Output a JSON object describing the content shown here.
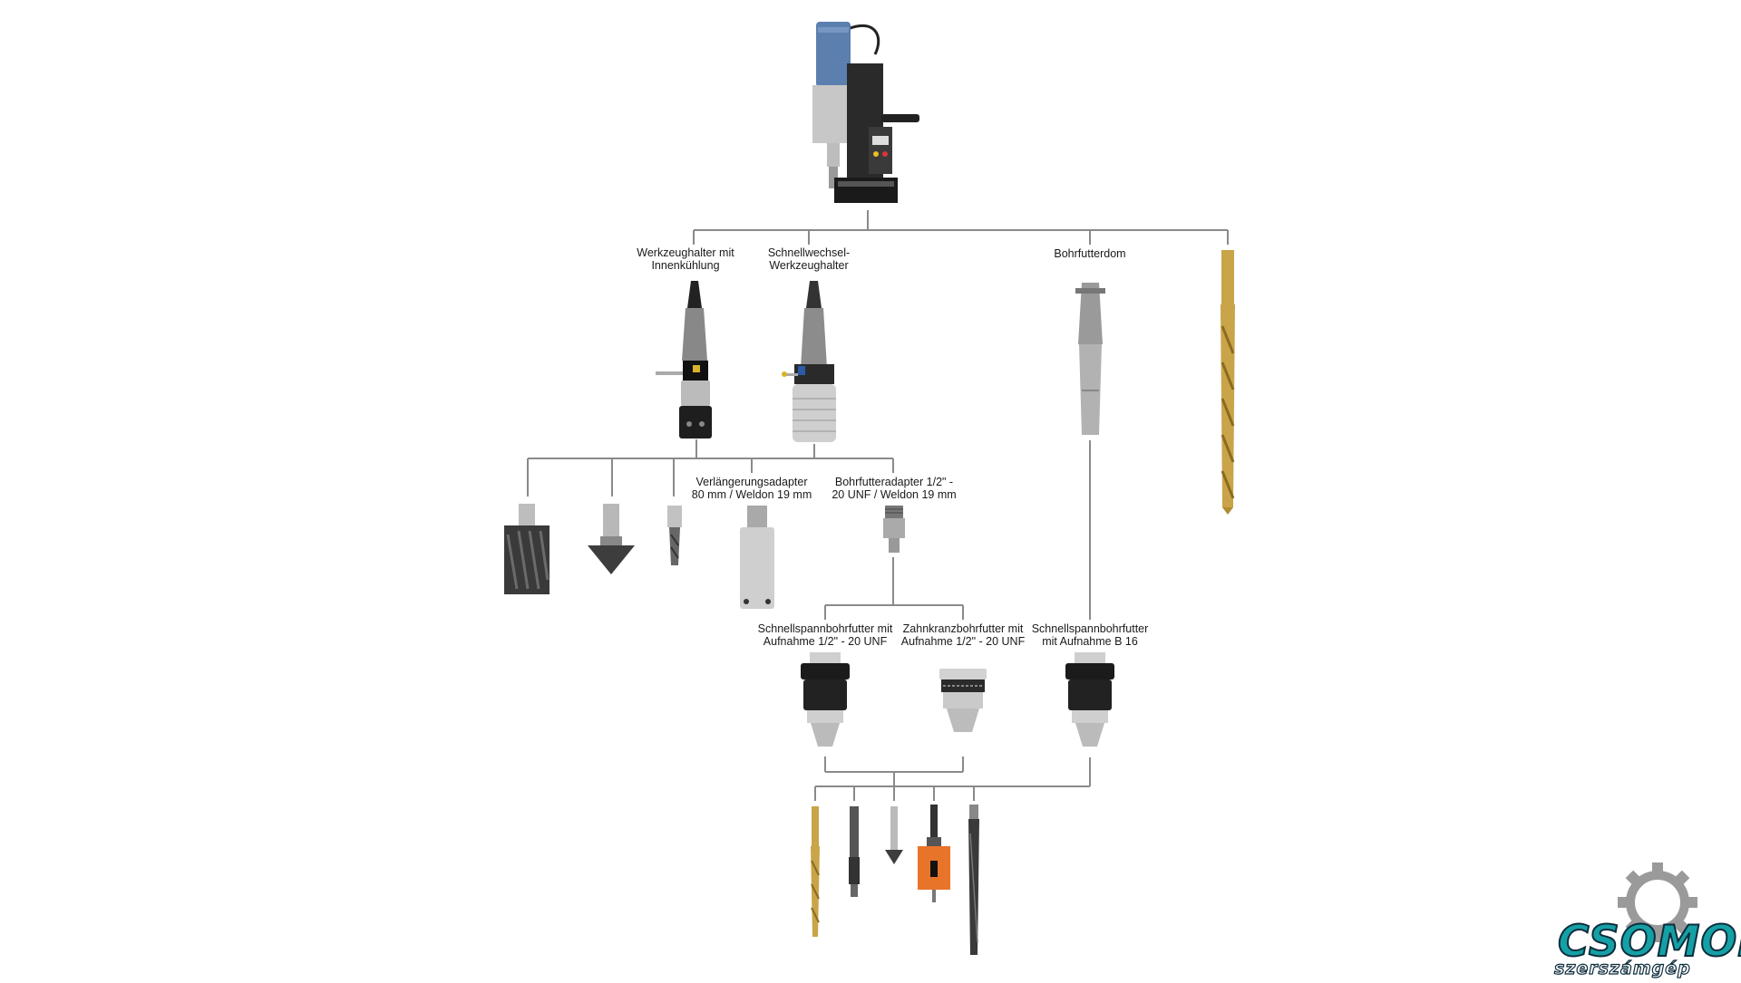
{
  "labels": {
    "werkzeughalter": "Werkzeughalter mit\nInnenkühlung",
    "schnellwechsel": "Schnellwechsel-\nWerkzeughalter",
    "bohrfutterdom": "Bohrfutterdom",
    "verlaengerung": "Verlängerungsadapter\n80 mm / Weldon 19 mm",
    "bohrfutteradapter": "Bohrfutteradapter 1/2\" -\n20 UNF / Weldon 19 mm",
    "schnellspann_unf": "Schnellspannbohrfutter mit\nAufnahme 1/2\" - 20 UNF",
    "zahnkranz": "Zahnkranzbohrfutter mit\nAufnahme 1/2\" - 20 UNF",
    "schnellspann_b16": "Schnellspannbohrfutter\nmit Aufnahme B 16"
  },
  "logo": {
    "name": "CSOMOR",
    "subtitle": "szerszámgép"
  },
  "colors": {
    "line": "#8a8a8a",
    "drill_body": "#5b7fae",
    "gold": "#c9a448",
    "orange": "#e8742a",
    "logo_teal": "#14a0a5",
    "logo_dark": "#0c2c3c",
    "logo_gear": "#9a9a9a"
  },
  "icons": [
    "magnetic-drill-icon",
    "tool-holder-icon",
    "quick-change-holder-icon",
    "arbor-icon",
    "long-twist-drill-icon",
    "annular-cutter-icon",
    "countersink-icon",
    "short-drill-icon",
    "extension-adapter-icon",
    "chuck-adapter-icon",
    "keyless-chuck-icon",
    "key-chuck-icon",
    "twist-drill-icon",
    "step-drill-icon",
    "countersink-bit-icon",
    "hole-saw-icon",
    "reamer-icon",
    "gear-icon"
  ]
}
